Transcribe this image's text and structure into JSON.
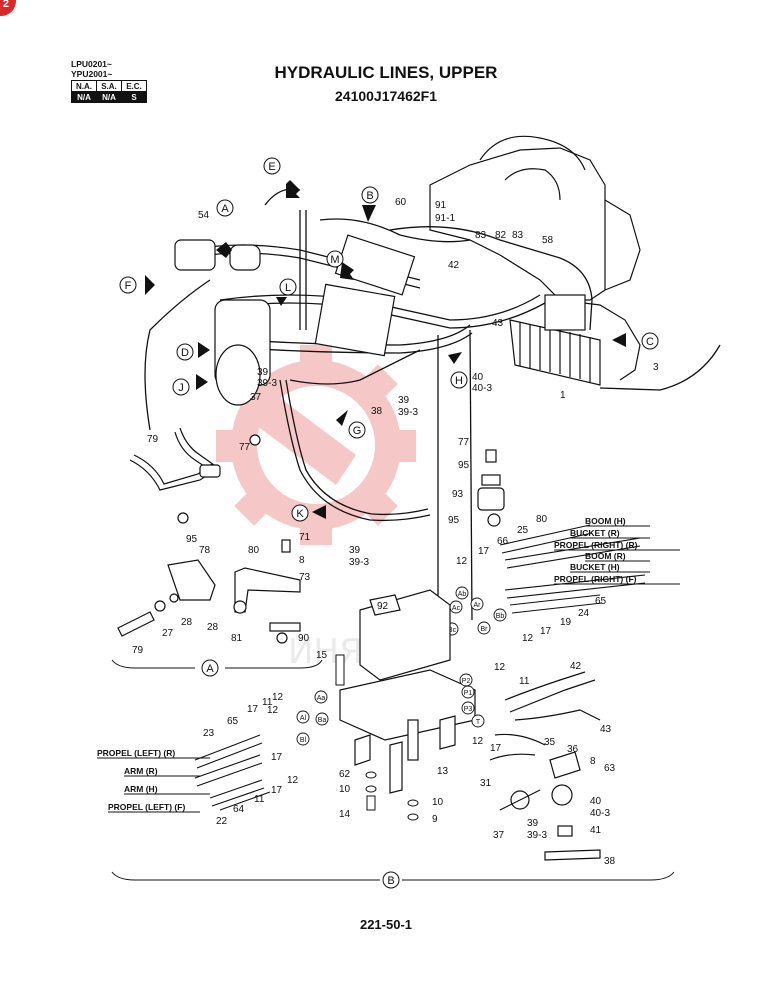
{
  "corner_badge": "2",
  "serials": [
    "LPU0201~",
    "YPU2001~"
  ],
  "code_table": {
    "headers": [
      "N.A.",
      "S.A.",
      "E.C."
    ],
    "values": [
      "N/A",
      "N/A",
      "S"
    ]
  },
  "title": "HYDRAULIC LINES, UPPER",
  "part_number": "24100J17462F1",
  "page_number": "221-50-1",
  "watermark": "ИНЯКИ",
  "view_letters": [
    "A",
    "B",
    "C",
    "D",
    "E",
    "F",
    "G",
    "H",
    "J",
    "K",
    "L",
    "M"
  ],
  "section_labels": {
    "a": "A",
    "b": "B"
  },
  "port_labels": [
    "Ab",
    "Ar",
    "Ac",
    "Bb",
    "Bc",
    "Br",
    "Aa",
    "Al",
    "Ba",
    "Bl",
    "P2",
    "P1",
    "P3",
    "T"
  ],
  "line_labels_right": [
    "BOOM (H)",
    "BUCKET (R)",
    "PROPEL (RIGHT) (R)",
    "BOOM (R)",
    "BUCKET (H)",
    "PROPEL (RIGHT) (F)"
  ],
  "line_labels_left": [
    "PROPEL (LEFT) (R)",
    "ARM (R)",
    "ARM (H)",
    "PROPEL (LEFT) (F)"
  ],
  "callouts": {
    "n54": "54",
    "n60": "60",
    "n91": "91",
    "n91_1": "91-1",
    "n83a": "83",
    "n82": "82",
    "n83b": "83",
    "n58": "58",
    "n42": "42",
    "n43": "43",
    "n3": "3",
    "n1": "1",
    "n40": "40",
    "n40_3": "40-3",
    "n39a": "39",
    "n39_3a": "39-3",
    "n37": "37",
    "n38": "38",
    "n39b": "39",
    "n39_3b": "39-3",
    "n79": "79",
    "n77a": "77",
    "n77b": "77",
    "n95a": "95",
    "n93": "93",
    "n95b": "95",
    "n25": "25",
    "n80a": "80",
    "n66": "66",
    "n17a": "17",
    "n12a": "12",
    "n39c": "39",
    "n39_3c": "39-3",
    "n95c": "95",
    "n78": "78",
    "n80b": "80",
    "n71": "71",
    "n8a": "8",
    "n73": "73",
    "n28a": "28",
    "n27": "27",
    "n28b": "28",
    "n81": "81",
    "n90": "90",
    "n79b": "79",
    "n92": "92",
    "n65a": "65",
    "n24": "24",
    "n19": "19",
    "n17b": "17",
    "n12b": "12",
    "n15": "15",
    "n12c": "12",
    "n11a": "11",
    "n42b": "42",
    "n43b": "43",
    "n12d": "12",
    "n17c": "17",
    "n65b": "65",
    "n23": "23",
    "n12e": "12",
    "n17d": "17",
    "n12f": "12",
    "n11b": "11",
    "n17e": "17",
    "n64": "64",
    "n22": "22",
    "n12g": "12",
    "n17f": "17",
    "n35": "35",
    "n36": "36",
    "n8b": "8",
    "n63": "63",
    "n31": "31",
    "n13": "13",
    "n62": "62",
    "n10a": "10",
    "n14": "14",
    "n10b": "10",
    "n9": "9",
    "n40b": "40",
    "n40_3b": "40-3",
    "n39d": "39",
    "n39_3d": "39-3",
    "n41": "41",
    "n37b": "37",
    "n38b": "38"
  }
}
